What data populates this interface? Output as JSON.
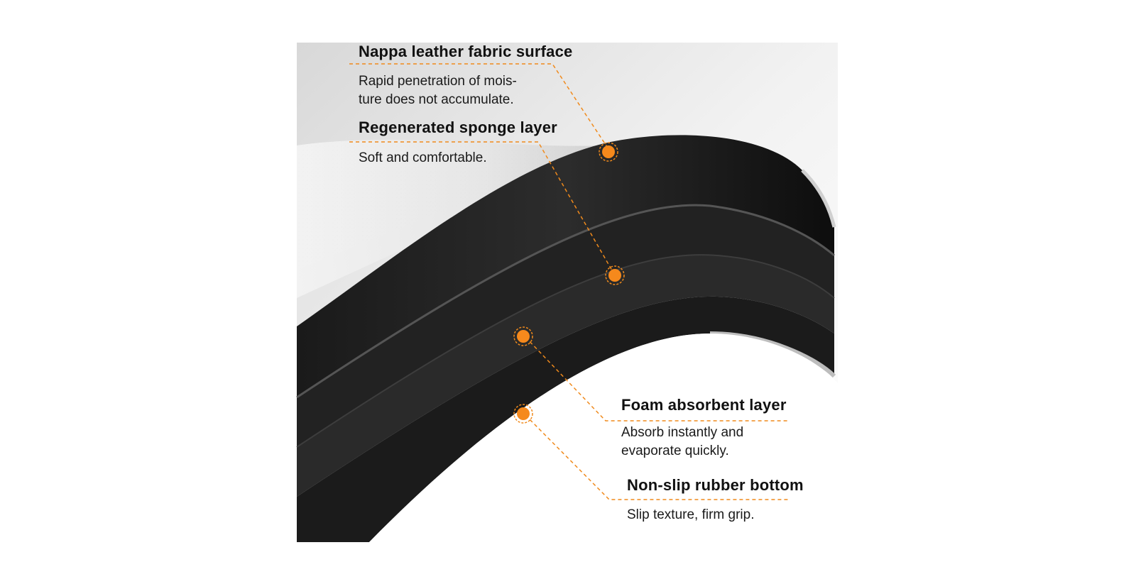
{
  "accent_color": "#f08a1c",
  "layers": [
    {
      "title": "Nappa leather fabric surface",
      "desc_lines": [
        "Rapid penetration of mois-",
        "ture does not accumulate."
      ]
    },
    {
      "title": "Regenerated sponge layer",
      "desc_lines": [
        "Soft and comfortable."
      ]
    },
    {
      "title": "Foam absorbent layer",
      "desc_lines": [
        "Absorb instantly and",
        "evaporate quickly."
      ]
    },
    {
      "title": "Non-slip rubber bottom",
      "desc_lines": [
        "Slip texture, firm grip."
      ]
    }
  ]
}
